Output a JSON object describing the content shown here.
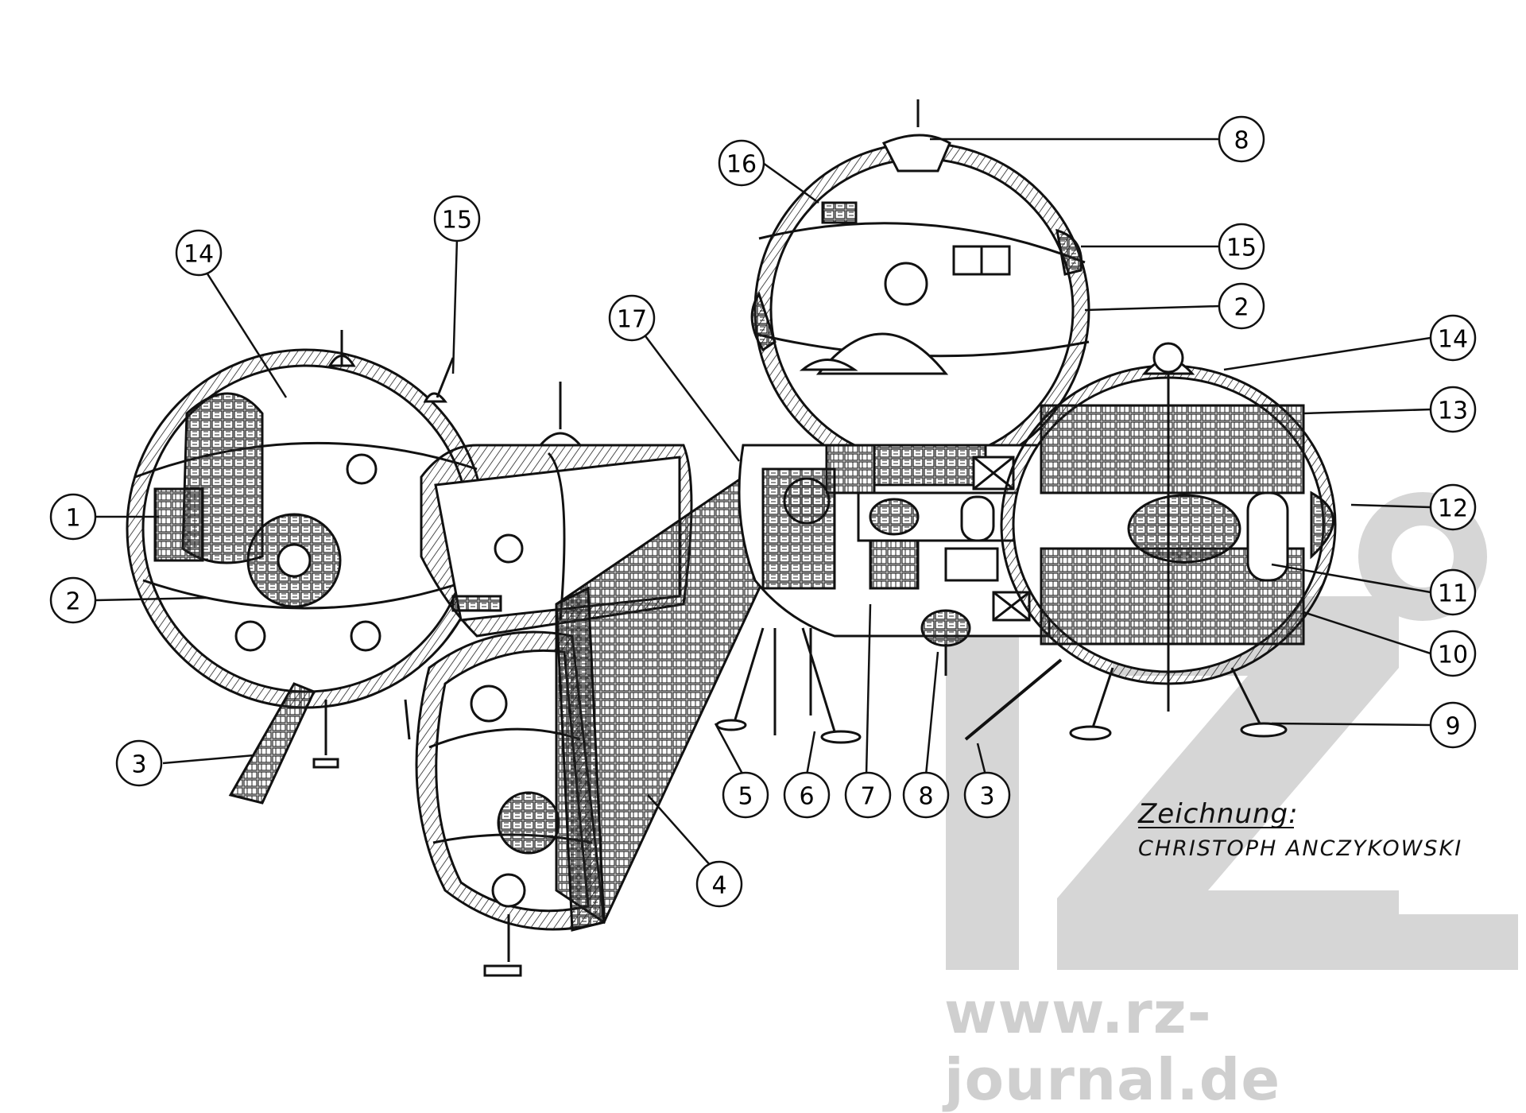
{
  "callouts": [
    "1",
    "2",
    "3",
    "4",
    "5",
    "6",
    "7",
    "8",
    "9",
    "10",
    "11",
    "12",
    "13",
    "14",
    "15",
    "16",
    "17"
  ],
  "credit": {
    "heading": "Zeichnung:",
    "author": "CHRISTOPH ANCZYKOWSKI"
  },
  "watermark": {
    "url": "www.rz-journal.de",
    "color": "#cfcfcf"
  },
  "colors": {
    "ink": "#111111",
    "paper": "#ffffff"
  }
}
